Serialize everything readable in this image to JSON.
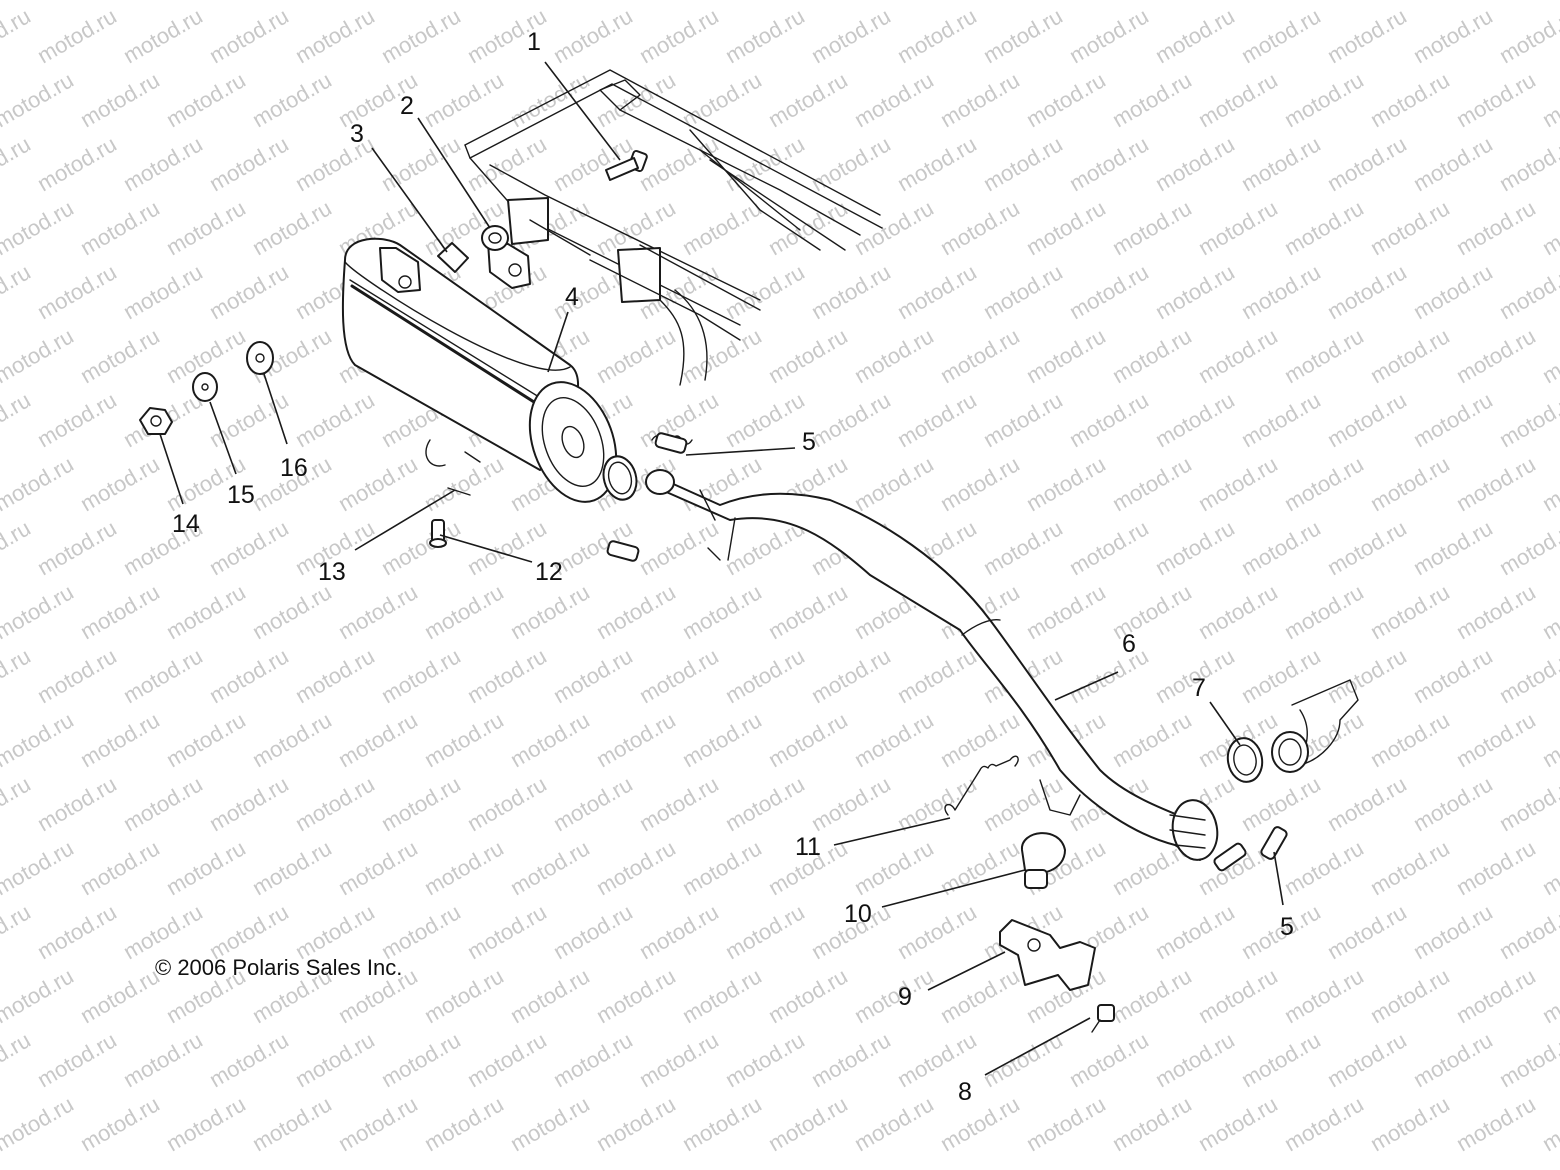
{
  "watermark": "motod.ru",
  "copyright": "© 2006 Polaris Sales Inc.",
  "callouts": {
    "c1": "1",
    "c2": "2",
    "c3": "3",
    "c4": "4",
    "c5a": "5",
    "c5b": "5",
    "c6": "6",
    "c7": "7",
    "c8": "8",
    "c9": "9",
    "c10": "10",
    "c11": "11",
    "c12": "12",
    "c13": "13",
    "c14": "14",
    "c15": "15",
    "c16": "16"
  },
  "colors": {
    "line": "#1a1a1a",
    "watermark": "#c8c8c8",
    "background": "#ffffff"
  }
}
